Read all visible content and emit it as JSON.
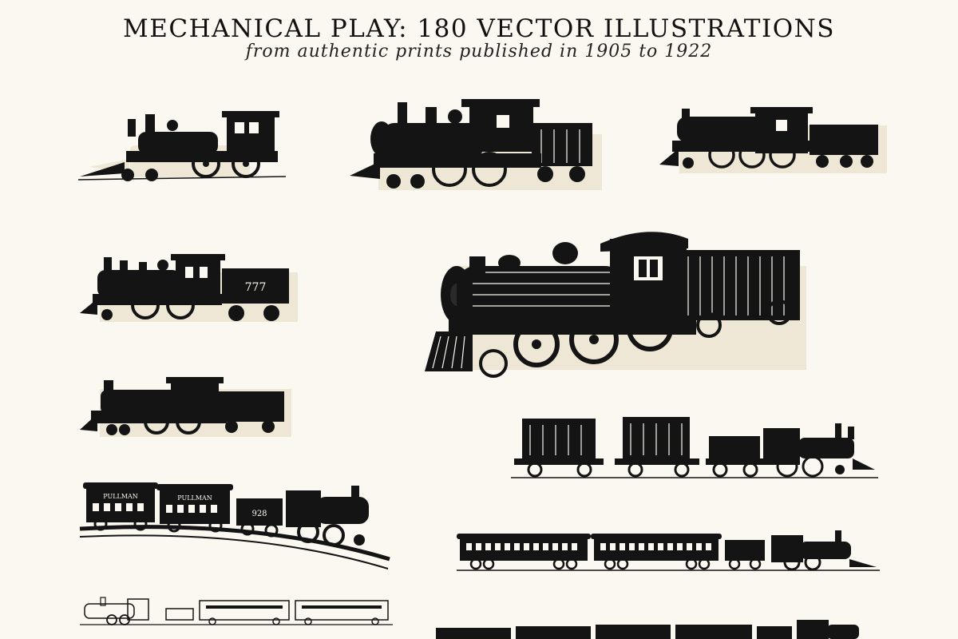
{
  "header": {
    "title": "MECHANICAL PLAY: 180 VECTOR ILLUSTRATIONS",
    "subtitle": "from authentic prints published in 1905 to 1922"
  },
  "colors": {
    "background": "#fbf8f1",
    "ink": "#141414",
    "shadow": "#efe7d6"
  },
  "illustrations": [
    {
      "name": "locomotive-small-tender-cab",
      "kind": "loco"
    },
    {
      "name": "locomotive-with-tender",
      "kind": "loco-tender"
    },
    {
      "name": "locomotive-with-coal-tender",
      "kind": "loco-tender"
    },
    {
      "name": "locomotive-with-tender-777",
      "kind": "loco-tender",
      "label": "777"
    },
    {
      "name": "large-locomotive-with-tender",
      "kind": "loco-tender"
    },
    {
      "name": "black-locomotive-with-tender",
      "kind": "loco-tender"
    },
    {
      "name": "freight-train-three-cars",
      "kind": "train"
    },
    {
      "name": "pullman-train-on-curved-track",
      "kind": "train",
      "car_labels": [
        "PULLMAN",
        "PULLMAN"
      ],
      "tender_label": "928"
    },
    {
      "name": "passenger-train-two-coaches",
      "kind": "train"
    },
    {
      "name": "passenger-train-small",
      "kind": "train"
    },
    {
      "name": "passenger-train-partial",
      "kind": "train"
    }
  ]
}
